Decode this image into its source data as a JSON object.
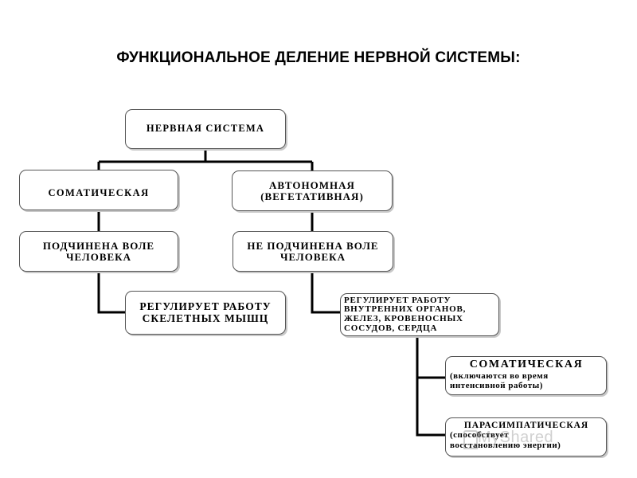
{
  "title": "ФУНКЦИОНАЛЬНОЕ ДЕЛЕНИЕ НЕРВНОЙ СИСТЕМЫ:",
  "nodes": {
    "root": "НЕРВНАЯ СИСТЕМА",
    "somatic": "СОМАТИЧЕСКАЯ",
    "autonomic_line1": "АВТОНОМНАЯ",
    "autonomic_line2": "(ВЕГЕТАТИВНАЯ)",
    "somatic_voluntary_line1": "ПОДЧИНЕНА ВОЛЕ",
    "somatic_voluntary_line2": "ЧЕЛОВЕКА",
    "autonomic_involuntary_line1": "НЕ ПОДЧИНЕНА ВОЛЕ",
    "autonomic_involuntary_line2": "ЧЕЛОВЕКА",
    "skeletal_line1": "РЕГУЛИРУЕТ РАБОТУ",
    "skeletal_line2": "СКЕЛЕТНЫХ МЫШЦ",
    "internal_line1": "РЕГУЛИРУЕТ РАБОТУ",
    "internal_line2": "ВНУТРЕННИХ ОРГАНОВ,",
    "internal_line3": "ЖЕЛЕЗ, КРОВЕНОСНЫХ",
    "internal_line4": "СОСУДОВ, СЕРДЦА",
    "sympathetic_title": "СОМАТИЧЕСКАЯ",
    "sympathetic_sub1": "(включаются во время",
    "sympathetic_sub2": "интенсивной работы)",
    "parasympathetic_title": "ПАРАСИМПАТИЧЕСКАЯ",
    "parasympathetic_sub1": "(способствует",
    "parasympathetic_sub2": "восстановлению энергии)"
  },
  "watermark": "MyShared"
}
